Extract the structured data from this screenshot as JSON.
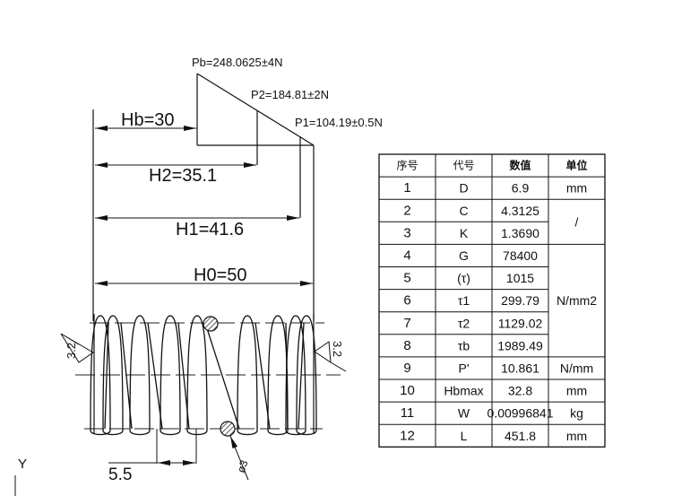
{
  "drawing": {
    "loads": {
      "pb": "Pb=248.0625±4N",
      "p2": "P2=184.81±2N",
      "p1": "P1=104.19±0.5N"
    },
    "heights": {
      "hb": "Hb=30",
      "h2": "H2=35.1",
      "h1": "H1=41.6",
      "h0": "H0=50"
    },
    "surface_finish_left": "3.2",
    "surface_finish_right": "3.2",
    "pitch_label": "5.5",
    "wire_diameter_label": "ø3",
    "axis_label": "Y"
  },
  "table": {
    "headers": [
      "序号",
      "代号",
      "数值",
      "单位"
    ],
    "rows": [
      {
        "no": "1",
        "code": "D",
        "value": "6.9",
        "unit": "mm"
      },
      {
        "no": "2",
        "code": "C",
        "value": "4.3125",
        "unit": "/"
      },
      {
        "no": "3",
        "code": "K",
        "value": "1.3690",
        "unit": ""
      },
      {
        "no": "4",
        "code": "G",
        "value": "78400",
        "unit": "N/mm2"
      },
      {
        "no": "5",
        "code": "(τ)",
        "value": "1015",
        "unit": ""
      },
      {
        "no": "6",
        "code": "τ1",
        "value": "299.79",
        "unit": ""
      },
      {
        "no": "7",
        "code": "τ2",
        "value": "1129.02",
        "unit": ""
      },
      {
        "no": "8",
        "code": "τb",
        "value": "1989.49",
        "unit": ""
      },
      {
        "no": "9",
        "code": "P'",
        "value": "10.861",
        "unit": "N/mm"
      },
      {
        "no": "10",
        "code": "Hbmax",
        "value": "32.8",
        "unit": "mm"
      },
      {
        "no": "11",
        "code": "W",
        "value": "0.00996841",
        "unit": "kg"
      },
      {
        "no": "12",
        "code": "L",
        "value": "451.8",
        "unit": "mm"
      }
    ]
  }
}
